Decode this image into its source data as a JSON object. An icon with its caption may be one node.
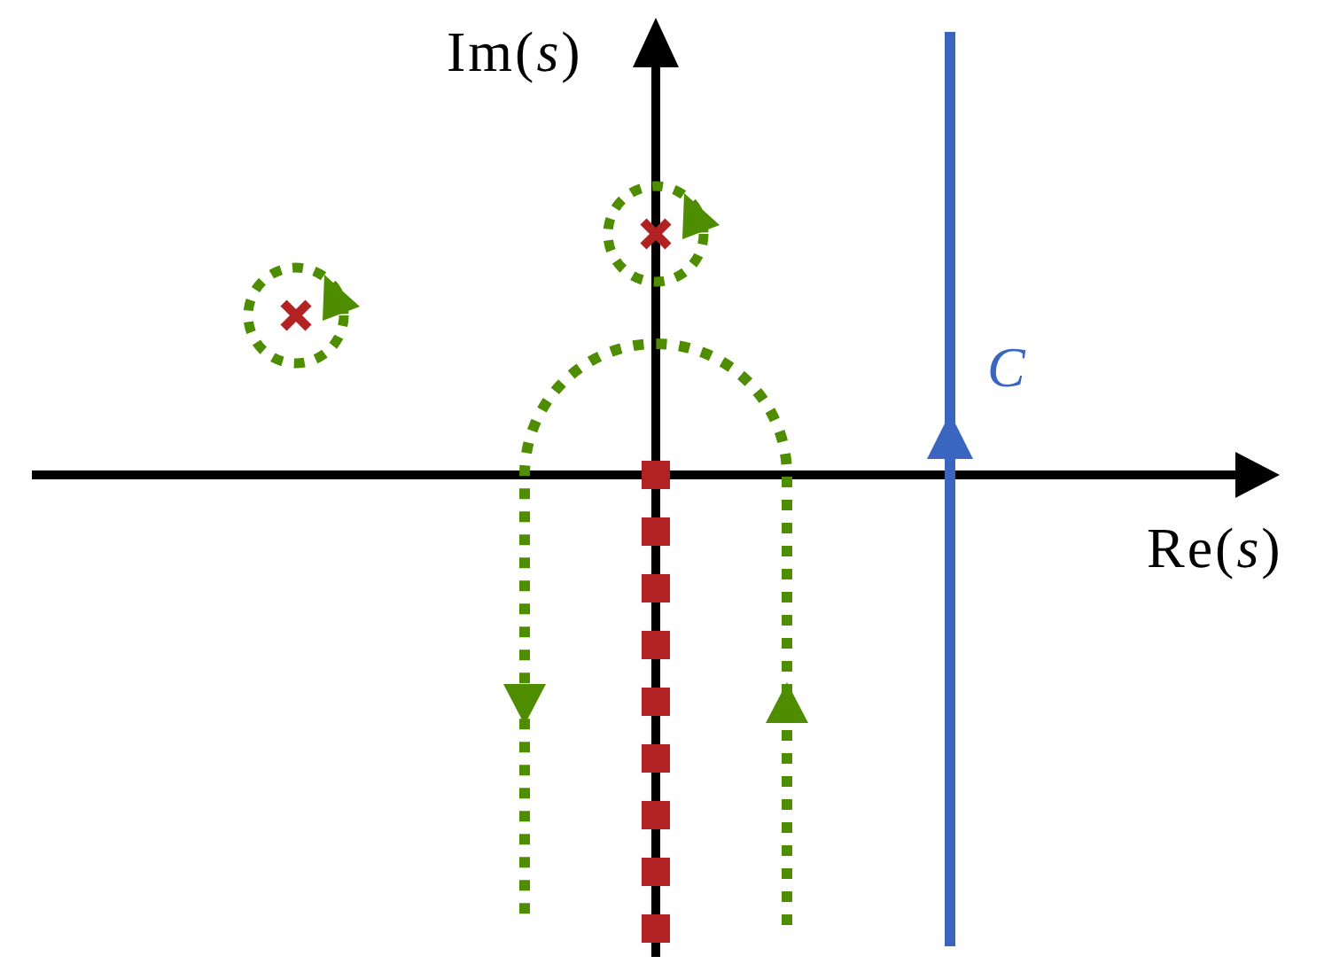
{
  "diagram": {
    "labels": [
      "Im(*s*)",
      "C",
      "Re(*s*)"
    ]
  }
}
